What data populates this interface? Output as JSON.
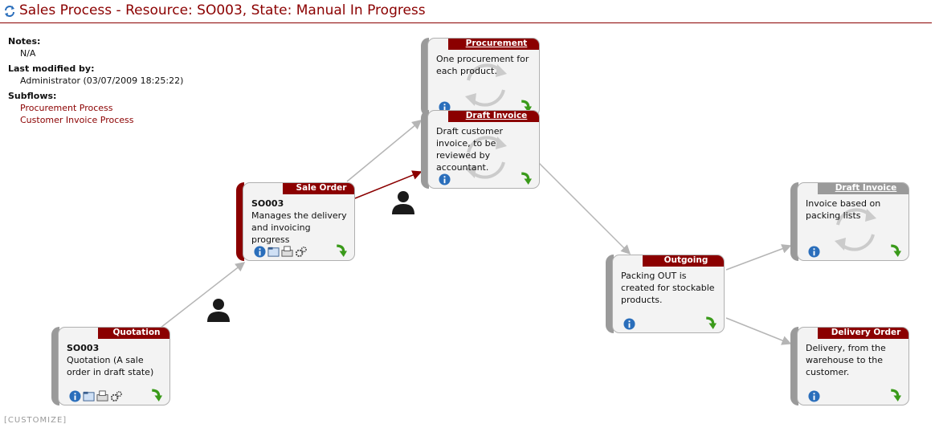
{
  "header": {
    "title": "Sales Process - Resource: SO003, State: Manual In Progress"
  },
  "info": {
    "notes_label": "Notes:",
    "notes_value": "N/A",
    "modified_label": "Last modified by:",
    "modified_value": "Administrator (03/07/2009 18:25:22)",
    "subflows_label": "Subflows:",
    "subflows": [
      "Procurement Process",
      "Customer Invoice Process"
    ]
  },
  "footer": {
    "customize": "[CUSTOMIZE]"
  },
  "nodes": {
    "quotation": {
      "title": "Quotation",
      "resource": "SO003",
      "desc": "Quotation (A sale order in draft state)"
    },
    "sale_order": {
      "title": "Sale Order",
      "resource": "SO003",
      "desc": "Manages the delivery and invoicing progress"
    },
    "procurement": {
      "title": "Procurement",
      "desc": "One procurement for each product."
    },
    "draft_invoice": {
      "title": "Draft Invoice",
      "desc": "Draft customer invoice, to be reviewed by accountant."
    },
    "outgoing": {
      "title": "Outgoing",
      "desc": "Packing OUT is created for stockable products."
    },
    "draft_invoice_2": {
      "title": "Draft Invoice",
      "desc": "Invoice based on packing lists"
    },
    "delivery_order": {
      "title": "Delivery Order",
      "desc": "Delivery, from the warehouse to the customer."
    }
  },
  "colors": {
    "accent": "#8b0000",
    "inactive": "#9a9a9a",
    "card": "#f3f3f3",
    "info_icon": "#2a6ebb",
    "go_icon": "#3a9a1a"
  }
}
